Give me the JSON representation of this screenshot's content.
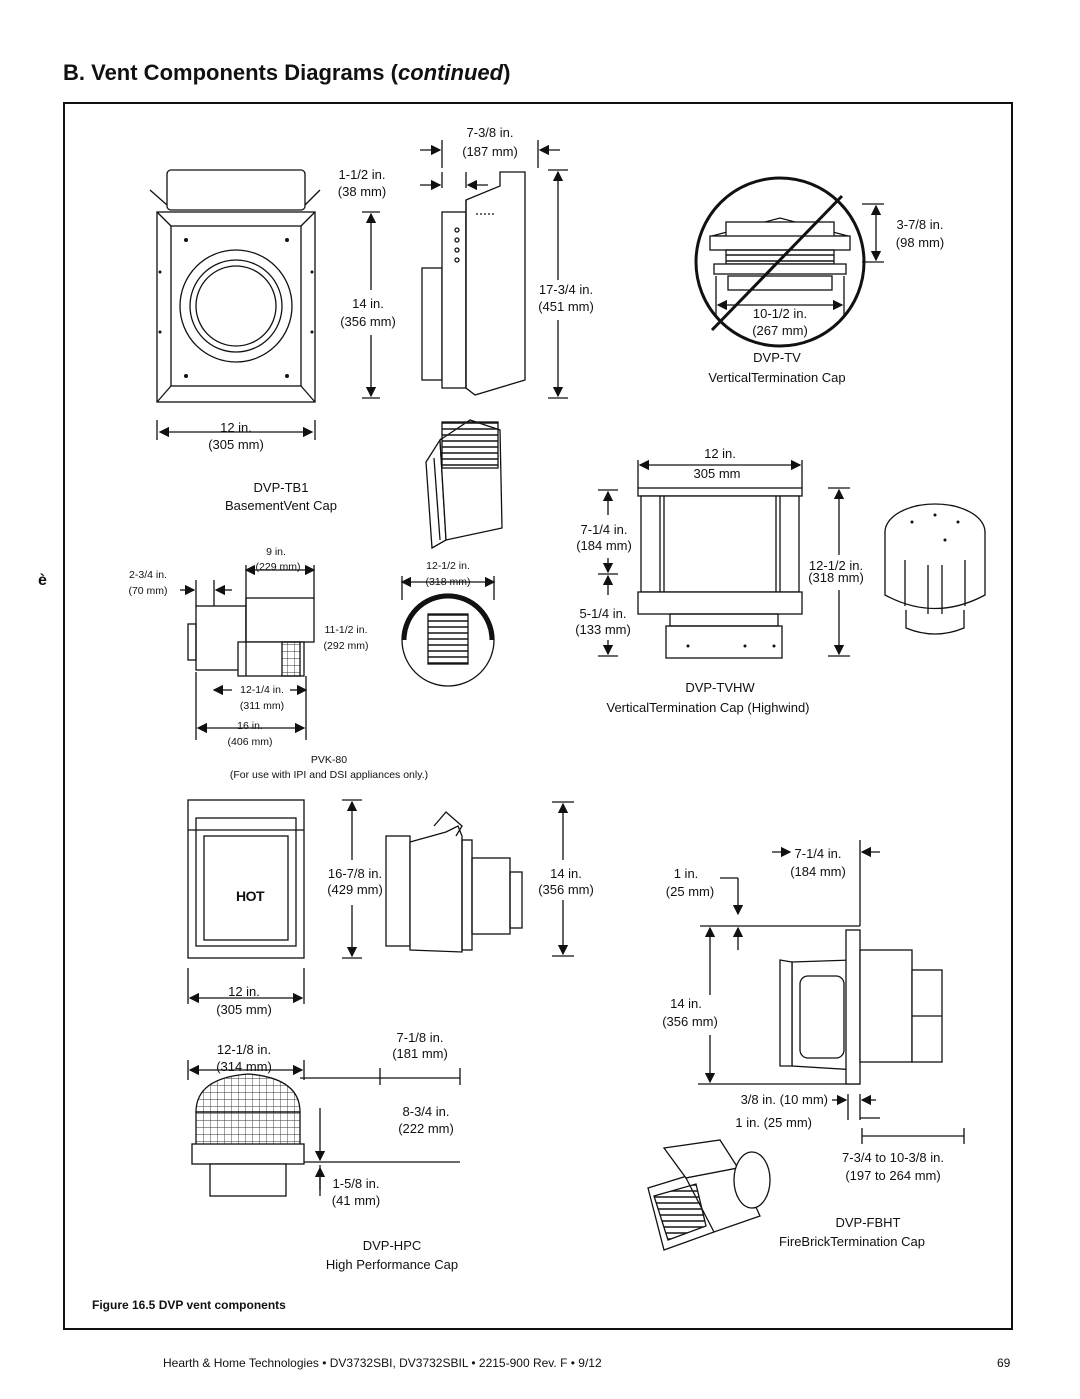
{
  "section_title": {
    "prefix": "B.  Vent Components Diagrams (",
    "italic": "continued",
    "suffix": ")"
  },
  "side_marker": "è",
  "components": {
    "dvp_tb1": {
      "name": "DVP-TB1",
      "description": "BasementVent Cap",
      "dims": {
        "width_in": "12 in.",
        "width_mm": "(305 mm)",
        "depth_in": "1-1/2 in.",
        "depth_mm": "(38 mm)",
        "top_in": "7-3/8 in.",
        "top_mm": "(187 mm)",
        "inner_in": "14 in.",
        "inner_mm": "(356 mm)",
        "height_in": "17-3/4 in.",
        "height_mm": "(451 mm)"
      }
    },
    "dvp_tv": {
      "name": "DVP-TV",
      "description": "VerticalTermination Cap",
      "dims": {
        "height_in": "3-7/8 in.",
        "height_mm": "(98 mm)",
        "width_in": "10-1/2 in.",
        "width_mm": "(267 mm)"
      }
    },
    "dvp_tvhw": {
      "name": "DVP-TVHW",
      "description": "VerticalTermination Cap (Highwind)",
      "dims": {
        "width_in": "12 in.",
        "width_mm": "305 mm",
        "upper_in": "7-1/4 in.",
        "upper_mm": "(184 mm)",
        "lower_in": "5-1/4 in.",
        "lower_mm": "(133 mm)",
        "height_in": "12-1/2 in.",
        "height_mm": "(318 mm)"
      }
    },
    "pvk_80": {
      "name": "PVK-80",
      "note": "(For use with IPI and DSI appliances only.)",
      "dims": {
        "a_in": "2-3/4 in.",
        "a_mm": "(70 mm)",
        "b_in": "9 in.",
        "b_mm": "(229 mm)",
        "c_in": "12-1/4 in.",
        "c_mm": "(311 mm)",
        "d_in": "16 in.",
        "d_mm": "(406 mm)",
        "e_in": "12-1/2 in.",
        "e_mm": "(318 mm)",
        "f_in": "11-1/2 in.",
        "f_mm": "(292 mm)"
      }
    },
    "dvp_hpc": {
      "name": "DVP-HPC",
      "description": "High Performance Cap",
      "hot_label": "HOT",
      "dims": {
        "width_in": "12 in.",
        "width_mm": "(305 mm)",
        "height_in": "16-7/8 in.",
        "height_mm": "(429 mm)",
        "side_in": "14 in.",
        "side_mm": "(356 mm)",
        "hood_in": "12-1/8 in.",
        "hood_mm": "(314 mm)",
        "proj_in": "7-1/8 in.",
        "proj_mm": "(181 mm)",
        "mid_in": "8-3/4 in.",
        "mid_mm": "(222 mm)",
        "low_in": "1-5/8 in.",
        "low_mm": "(41 mm)"
      }
    },
    "dvp_fbht": {
      "name": "DVP-FBHT",
      "description": "FireBrickTermination Cap",
      "dims": {
        "top_in": "7-1/4 in.",
        "top_mm": "(184 mm)",
        "off_in": "1 in.",
        "off_mm": "(25 mm)",
        "height_in": "14 in.",
        "height_mm": "(356 mm)",
        "flange_in": "3/8 in. (10 mm)",
        "gap_in": "1 in. (25 mm)",
        "range_in": "7-3/4 to 10-3/8 in.",
        "range_mm": "(197 to 264 mm)"
      }
    }
  },
  "figure_caption": "Figure 16.5  DVP vent components",
  "footer": {
    "text": "Hearth & Home Technologies  •  DV3732SBI, DV3732SBIL  •  2215-900 Rev. F  •  9/12",
    "page": "69"
  }
}
